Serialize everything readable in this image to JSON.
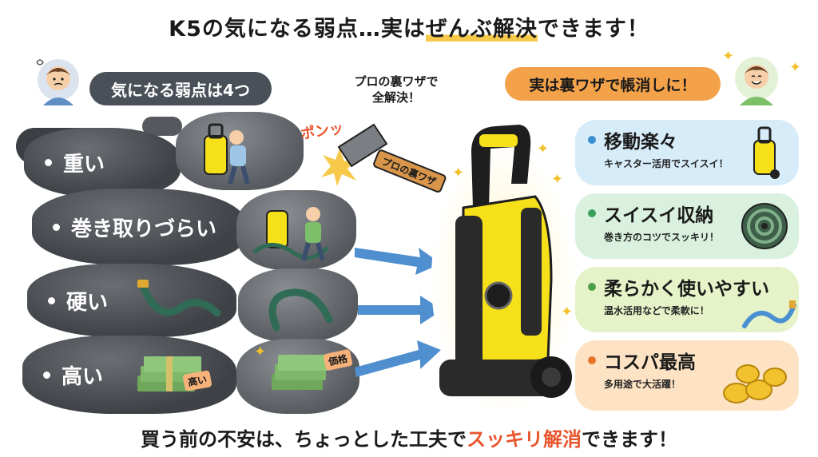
{
  "title": {
    "prefix": "K5の気になる弱点…実は",
    "highlight": "ぜんぶ解決",
    "suffix": "できます！"
  },
  "left_header": "気になる弱点は4つ",
  "right_header": "実は裏ワザで帳消しに！",
  "center_caption": {
    "line1": "プロの裏ワザで",
    "line2": "全解決！"
  },
  "pon_text": "ポンッ",
  "hammer_label": "プロの裏ワザ",
  "weaknesses": [
    {
      "label": "重い"
    },
    {
      "label": "巻き取りづらい"
    },
    {
      "label": "硬い"
    },
    {
      "label": "高い"
    }
  ],
  "tags": {
    "price_tag_1": "高い",
    "price_tag_2": "価格"
  },
  "benefits": [
    {
      "title": "移動楽々",
      "sub": "キャスター活用でスイスイ！",
      "bg": "#d7ecf9",
      "dot": "#3a8fd0"
    },
    {
      "title": "スイスイ収納",
      "sub": "巻き方のコツでスッキリ！",
      "bg": "#d9f1de",
      "dot": "#3aa05a"
    },
    {
      "title": "柔らかく使いやすい",
      "sub": "温水活用などで柔軟に！",
      "bg": "#e6f3c8",
      "dot": "#4aa04a"
    },
    {
      "title": "コスパ最高",
      "sub": "多用途で大活躍！",
      "bg": "#fde3c4",
      "dot": "#e8742c"
    }
  ],
  "footer": {
    "prefix": "買う前の不安は、ちょっとした工夫で",
    "accent": "スッキリ解消",
    "suffix": "できます！"
  },
  "colors": {
    "rock": "#45494e",
    "accent_orange": "#e8542c",
    "arrow_blue": "#4f8fd0",
    "washer_yellow": "#f5e01a"
  }
}
